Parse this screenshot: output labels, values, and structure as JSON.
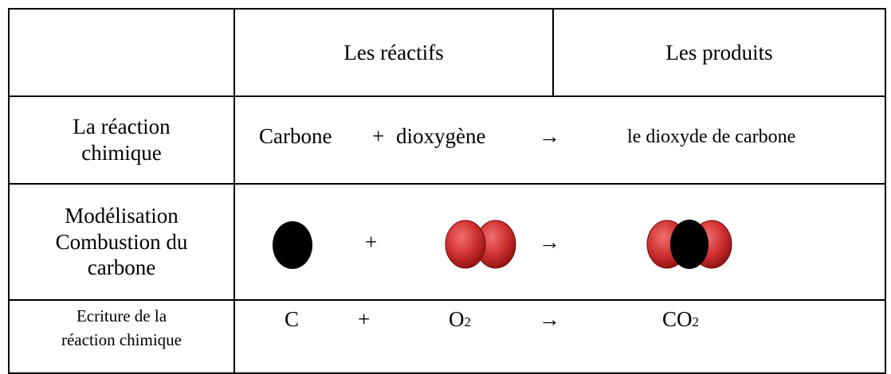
{
  "header": {
    "reactants_label": "Les réactifs",
    "products_label": "Les produits"
  },
  "row_reaction": {
    "label_line1": "La réaction",
    "label_line2": "chimique",
    "reactant1": "Carbone",
    "plus": "+",
    "reactant2": "dioxygène",
    "arrow": "→",
    "product": "le dioxyde de carbone"
  },
  "row_model": {
    "label_line1": "Modélisation",
    "label_line2": "Combustion du",
    "label_line3": "carbone",
    "plus": "+",
    "arrow": "→"
  },
  "row_equation": {
    "label_line1": "Ecriture de la",
    "label_line2": "réaction chimique",
    "carbon": "C",
    "plus": "+",
    "oxygen": "O",
    "oxygen_sub": "2",
    "arrow": "→",
    "product": "CO",
    "product_sub": "2"
  },
  "colors": {
    "carbon": "#000000",
    "oxygen_light": "#f07070",
    "oxygen_mid": "#d03030",
    "oxygen_dark": "#8a1010"
  }
}
